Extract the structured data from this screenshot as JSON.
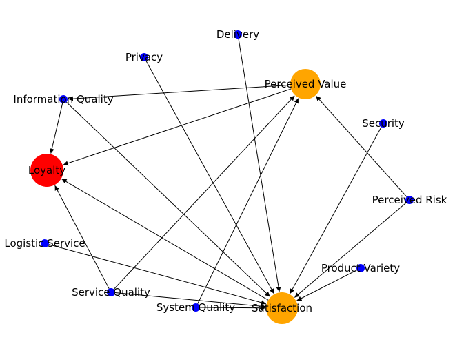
{
  "diagram": {
    "type": "directed-graph",
    "node_colors": {
      "outcome": "#ff0000",
      "mediator": "#ffa500",
      "factor": "#0000ff"
    },
    "nodes": [
      {
        "id": "loyalty",
        "label": "Loyalty",
        "role": "outcome"
      },
      {
        "id": "perceived_value",
        "label": "Perceived Value",
        "role": "mediator"
      },
      {
        "id": "satisfaction",
        "label": "Satisfaction",
        "role": "mediator"
      },
      {
        "id": "delivery",
        "label": "Delivery",
        "role": "factor"
      },
      {
        "id": "privacy",
        "label": "Privacy",
        "role": "factor"
      },
      {
        "id": "information_quality",
        "label": "Information Quality",
        "role": "factor"
      },
      {
        "id": "security",
        "label": "Security",
        "role": "factor"
      },
      {
        "id": "perceived_risk",
        "label": "Perceived Risk",
        "role": "factor"
      },
      {
        "id": "logistic_service",
        "label": "Logistic Service",
        "role": "factor"
      },
      {
        "id": "product_variety",
        "label": "Product Variety",
        "role": "factor"
      },
      {
        "id": "service_quality",
        "label": "Service Quality",
        "role": "factor"
      },
      {
        "id": "system_quality",
        "label": "System Quality",
        "role": "factor"
      }
    ],
    "edges": [
      {
        "from": "delivery",
        "to": "satisfaction"
      },
      {
        "from": "privacy",
        "to": "satisfaction"
      },
      {
        "from": "information_quality",
        "to": "satisfaction"
      },
      {
        "from": "information_quality",
        "to": "loyalty"
      },
      {
        "from": "perceived_value",
        "to": "information_quality"
      },
      {
        "from": "perceived_value",
        "to": "loyalty"
      },
      {
        "from": "security",
        "to": "satisfaction"
      },
      {
        "from": "perceived_risk",
        "to": "perceived_value"
      },
      {
        "from": "perceived_risk",
        "to": "satisfaction"
      },
      {
        "from": "logistic_service",
        "to": "satisfaction"
      },
      {
        "from": "product_variety",
        "to": "satisfaction"
      },
      {
        "from": "service_quality",
        "to": "satisfaction"
      },
      {
        "from": "service_quality",
        "to": "perceived_value"
      },
      {
        "from": "service_quality",
        "to": "loyalty"
      },
      {
        "from": "system_quality",
        "to": "satisfaction"
      },
      {
        "from": "system_quality",
        "to": "perceived_value"
      },
      {
        "from": "satisfaction",
        "to": "loyalty"
      }
    ]
  }
}
